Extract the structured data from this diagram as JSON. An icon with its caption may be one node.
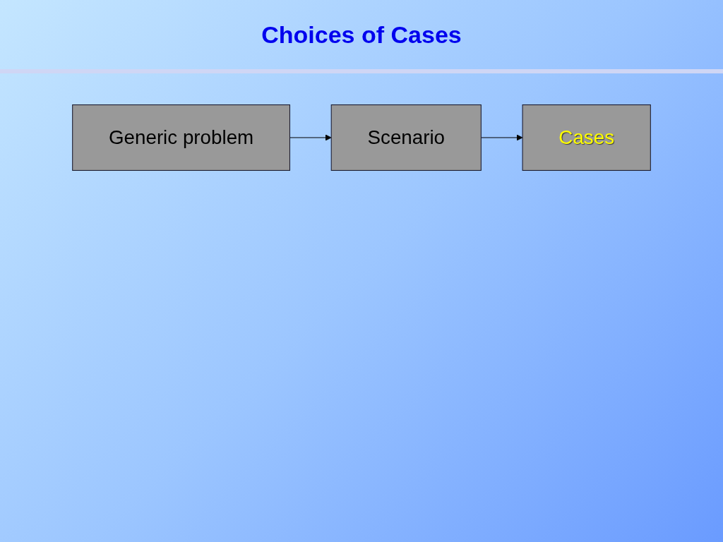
{
  "diagram": {
    "title": "Choices of Cases",
    "nodes": [
      {
        "text": [
          "Generic problem"
        ]
      },
      {
        "text": [
          "Scenario"
        ]
      },
      {
        "text": [
          "Cases"
        ]
      }
    ],
    "edges": [
      {
        "from": 0,
        "to": 1,
        "arrow": "to"
      },
      {
        "from": 1,
        "to": 2,
        "arrow": "to"
      }
    ]
  }
}
